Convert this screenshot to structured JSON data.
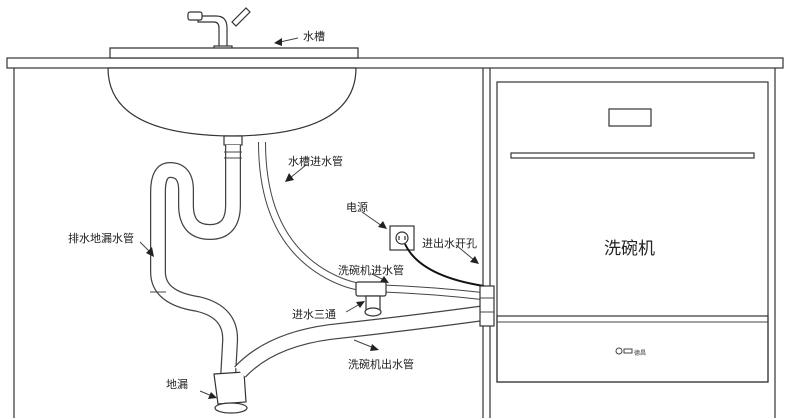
{
  "labels": {
    "sink": "水槽",
    "sink_inlet_pipe": "水槽进水管",
    "drain_hose": "排水地漏水管",
    "power": "电源",
    "inlet_outlet_hole": "进出水开孔",
    "dishwasher_inlet_pipe": "洗碗机进水管",
    "tee_valve": "进水三通",
    "dishwasher_outlet_pipe": "洗碗机出水管",
    "floor_drain": "地漏",
    "dishwasher": "洗碗机",
    "brand_mark": "德昌"
  },
  "icons": {
    "faucet": "faucet-icon",
    "socket": "power-socket-icon"
  }
}
